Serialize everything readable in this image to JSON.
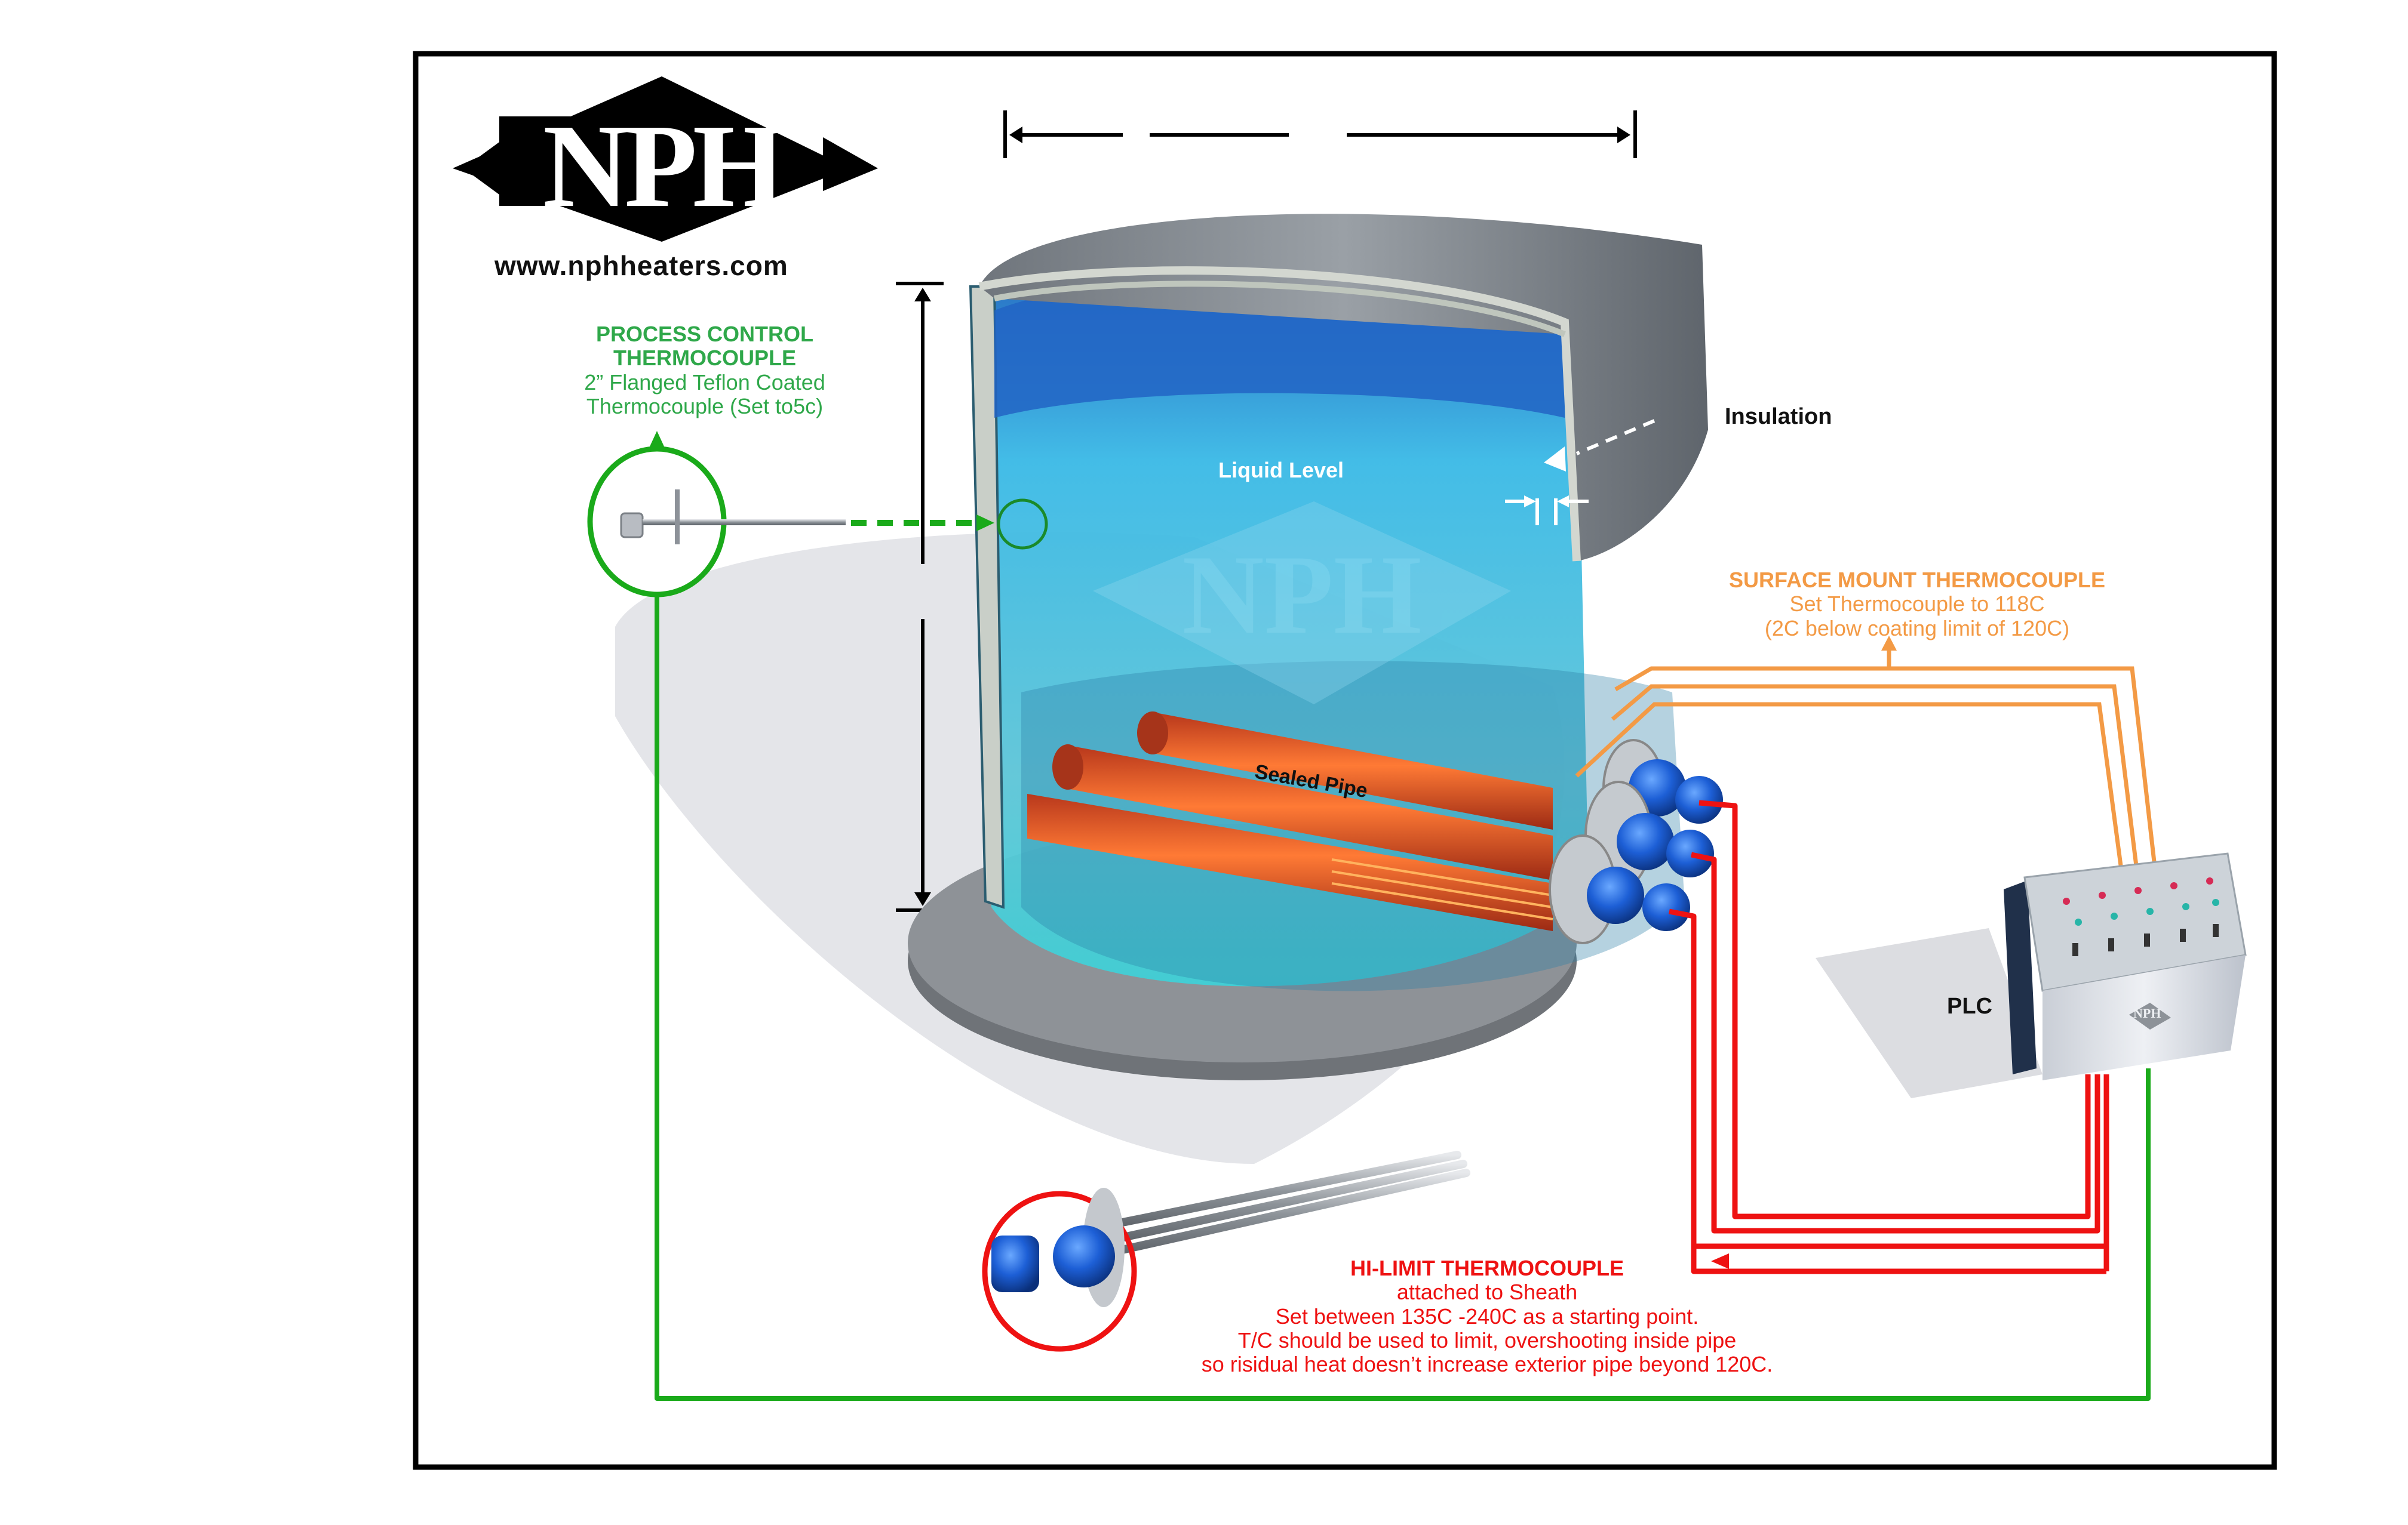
{
  "brand": {
    "logo_text": "NPH",
    "website": "www.nphheaters.com"
  },
  "labels": {
    "insulation": "Insulation",
    "liquid_level": "Liquid Level",
    "sealed_pipe": "Sealed Pipe",
    "plc": "PLC",
    "tank_watermark": "NPH",
    "plc_badge": "NPH"
  },
  "process_control": {
    "title_line1": "PROCESS CONTROL",
    "title_line2": "THERMOCOUPLE",
    "detail_line1": "2” Flanged Teflon Coated",
    "detail_line2": "Thermocouple (Set to5c)"
  },
  "surface_mount": {
    "title": "SURFACE MOUNT THERMOCOUPLE",
    "detail_line1": "Set Thermocouple to 118C",
    "detail_line2": "(2C below coating limit of 120C)"
  },
  "hi_limit": {
    "title": "HI-LIMIT THERMOCOUPLE",
    "line1": "attached to Sheath",
    "line2": "Set between 135C -240C as a starting point.",
    "line3": "T/C should be used to limit, overshooting inside pipe",
    "line4": "so risidual heat doesn’t increase exterior pipe beyond 120C."
  },
  "colors": {
    "process_control": "#2fa84a",
    "green_wire": "#1aaa1a",
    "surface_mount": "#f39a45",
    "hi_limit": "#ee1212",
    "frame": "#000000",
    "liquid": "#3fb8dc",
    "pipe": "#e8502a"
  }
}
